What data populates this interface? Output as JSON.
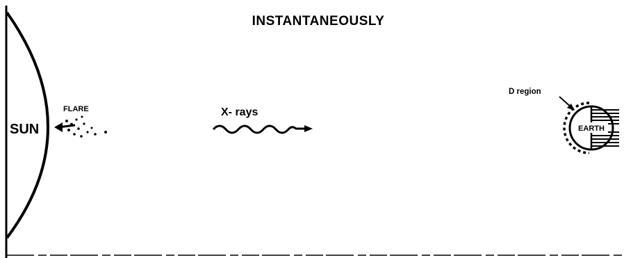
{
  "title": "INSTANTANEOUSLY",
  "labels": {
    "sun": "SUN",
    "flare": "FLARE",
    "xrays": "X- rays",
    "d_region": "D region",
    "earth": "EARTH"
  },
  "colors": {
    "ink": "#000000",
    "paper": "#ffffff"
  }
}
